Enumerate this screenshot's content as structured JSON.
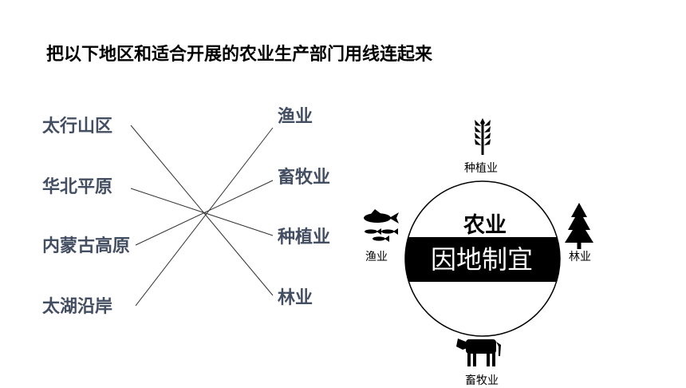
{
  "title": "把以下地区和适合开展的农业生产部门用线连起来",
  "regions": [
    "太行山区",
    "华北平原",
    "内蒙古高原",
    "太湖沿岸"
  ],
  "sectors": [
    "渔业",
    "畜牧业",
    "种植业",
    "林业"
  ],
  "matches": [
    {
      "region": "太行山区",
      "sector": "林业"
    },
    {
      "region": "华北平原",
      "sector": "种植业"
    },
    {
      "region": "内蒙古高原",
      "sector": "畜牧业"
    },
    {
      "region": "太湖沿岸",
      "sector": "渔业"
    }
  ],
  "diagram": {
    "heading": "农业",
    "band": "因地制宜",
    "labels": {
      "top": "种植业",
      "left": "渔业",
      "right": "林业",
      "bottom": "畜牧业"
    },
    "icons": {
      "top": "wheat-icon",
      "left": "fish-icon",
      "right": "tree-icon",
      "bottom": "cow-icon"
    }
  },
  "colors": {
    "text_label": "#444e62",
    "line": "#333333",
    "band": "#000000"
  }
}
